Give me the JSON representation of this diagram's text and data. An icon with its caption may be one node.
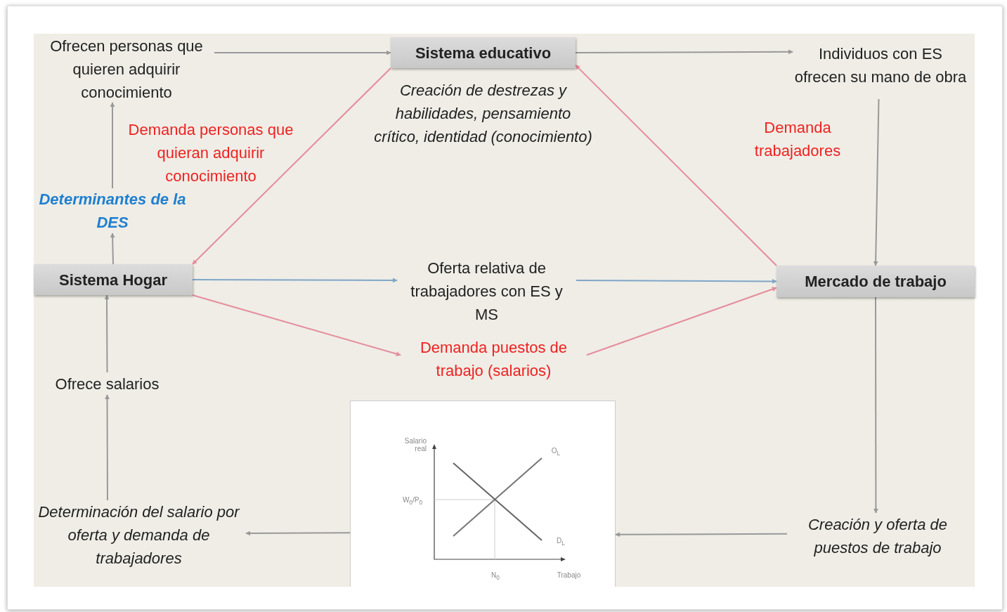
{
  "diagram": {
    "nodes": [
      {
        "text": [
          "Ofrecen personas que quieren adquirir conocimiento"
        ]
      },
      {
        "text": [
          "Sistema educativo"
        ]
      },
      {
        "text": [
          "Individuos con ES ofrecen su mano de obra"
        ]
      },
      {
        "text": [
          "Sistema Hogar"
        ]
      },
      {
        "text": [
          "Determinantes de la DES"
        ]
      },
      {
        "text": [
          "Oferta relativa de trabajadores con ES y MS"
        ]
      },
      {
        "text": [
          "Mercado de trabajo"
        ]
      },
      {
        "text": [
          "Demanda puestos de trabajo (salarios)"
        ]
      },
      {
        "text": [
          "Ofrece salarios"
        ]
      },
      {
        "text": [
          "Determinación del salario por oferta y demanda de trabajadores"
        ]
      },
      {
        "text": [],
        "shape": "picture"
      },
      {
        "text": [
          "Creación y oferta de puestos de trabajo"
        ]
      }
    ],
    "edges": [
      {
        "from": 0,
        "to": 1,
        "arrow": "to"
      },
      {
        "from": 1,
        "to": 2,
        "arrow": "to"
      },
      {
        "from": 2,
        "to": 6,
        "arrow": "to"
      },
      {
        "from": 1,
        "to": 3,
        "arrow": "to",
        "color": "#e58d9c"
      },
      {
        "from": 6,
        "to": 1,
        "arrow": "to",
        "color": "#e58d9c"
      },
      {
        "from": 3,
        "to": 5,
        "arrow": "to",
        "color": "#7fa6c8"
      },
      {
        "from": 5,
        "to": 6,
        "arrow": "to",
        "color": "#7fa6c8"
      },
      {
        "from": 3,
        "to": 7,
        "arrow": "to",
        "color": "#e58d9c"
      },
      {
        "from": 7,
        "to": 6,
        "arrow": "to",
        "color": "#e58d9c"
      },
      {
        "from": 6,
        "to": 11,
        "arrow": "to"
      },
      {
        "from": 11,
        "to": 10,
        "arrow": "to"
      },
      {
        "from": 10,
        "to": 9,
        "arrow": "to"
      },
      {
        "from": 9,
        "to": 8,
        "arrow": "to"
      },
      {
        "from": 8,
        "to": 3,
        "arrow": "to"
      },
      {
        "from": 3,
        "to": 4,
        "arrow": "to"
      },
      {
        "from": 4,
        "to": 0,
        "arrow": "to"
      }
    ],
    "labels": [
      "Creación de destrezas y habilidades, pensamiento crítico, identidad (conocimiento)",
      "Demanda personas que quieran adquirir conocimiento",
      "Demanda trabajadores",
      "Salario real",
      "W$_{0}$/P$_{0}$",
      "O$_{L}$",
      "D$_{L}$",
      "N$_{0}$",
      "Trabajo"
    ]
  }
}
